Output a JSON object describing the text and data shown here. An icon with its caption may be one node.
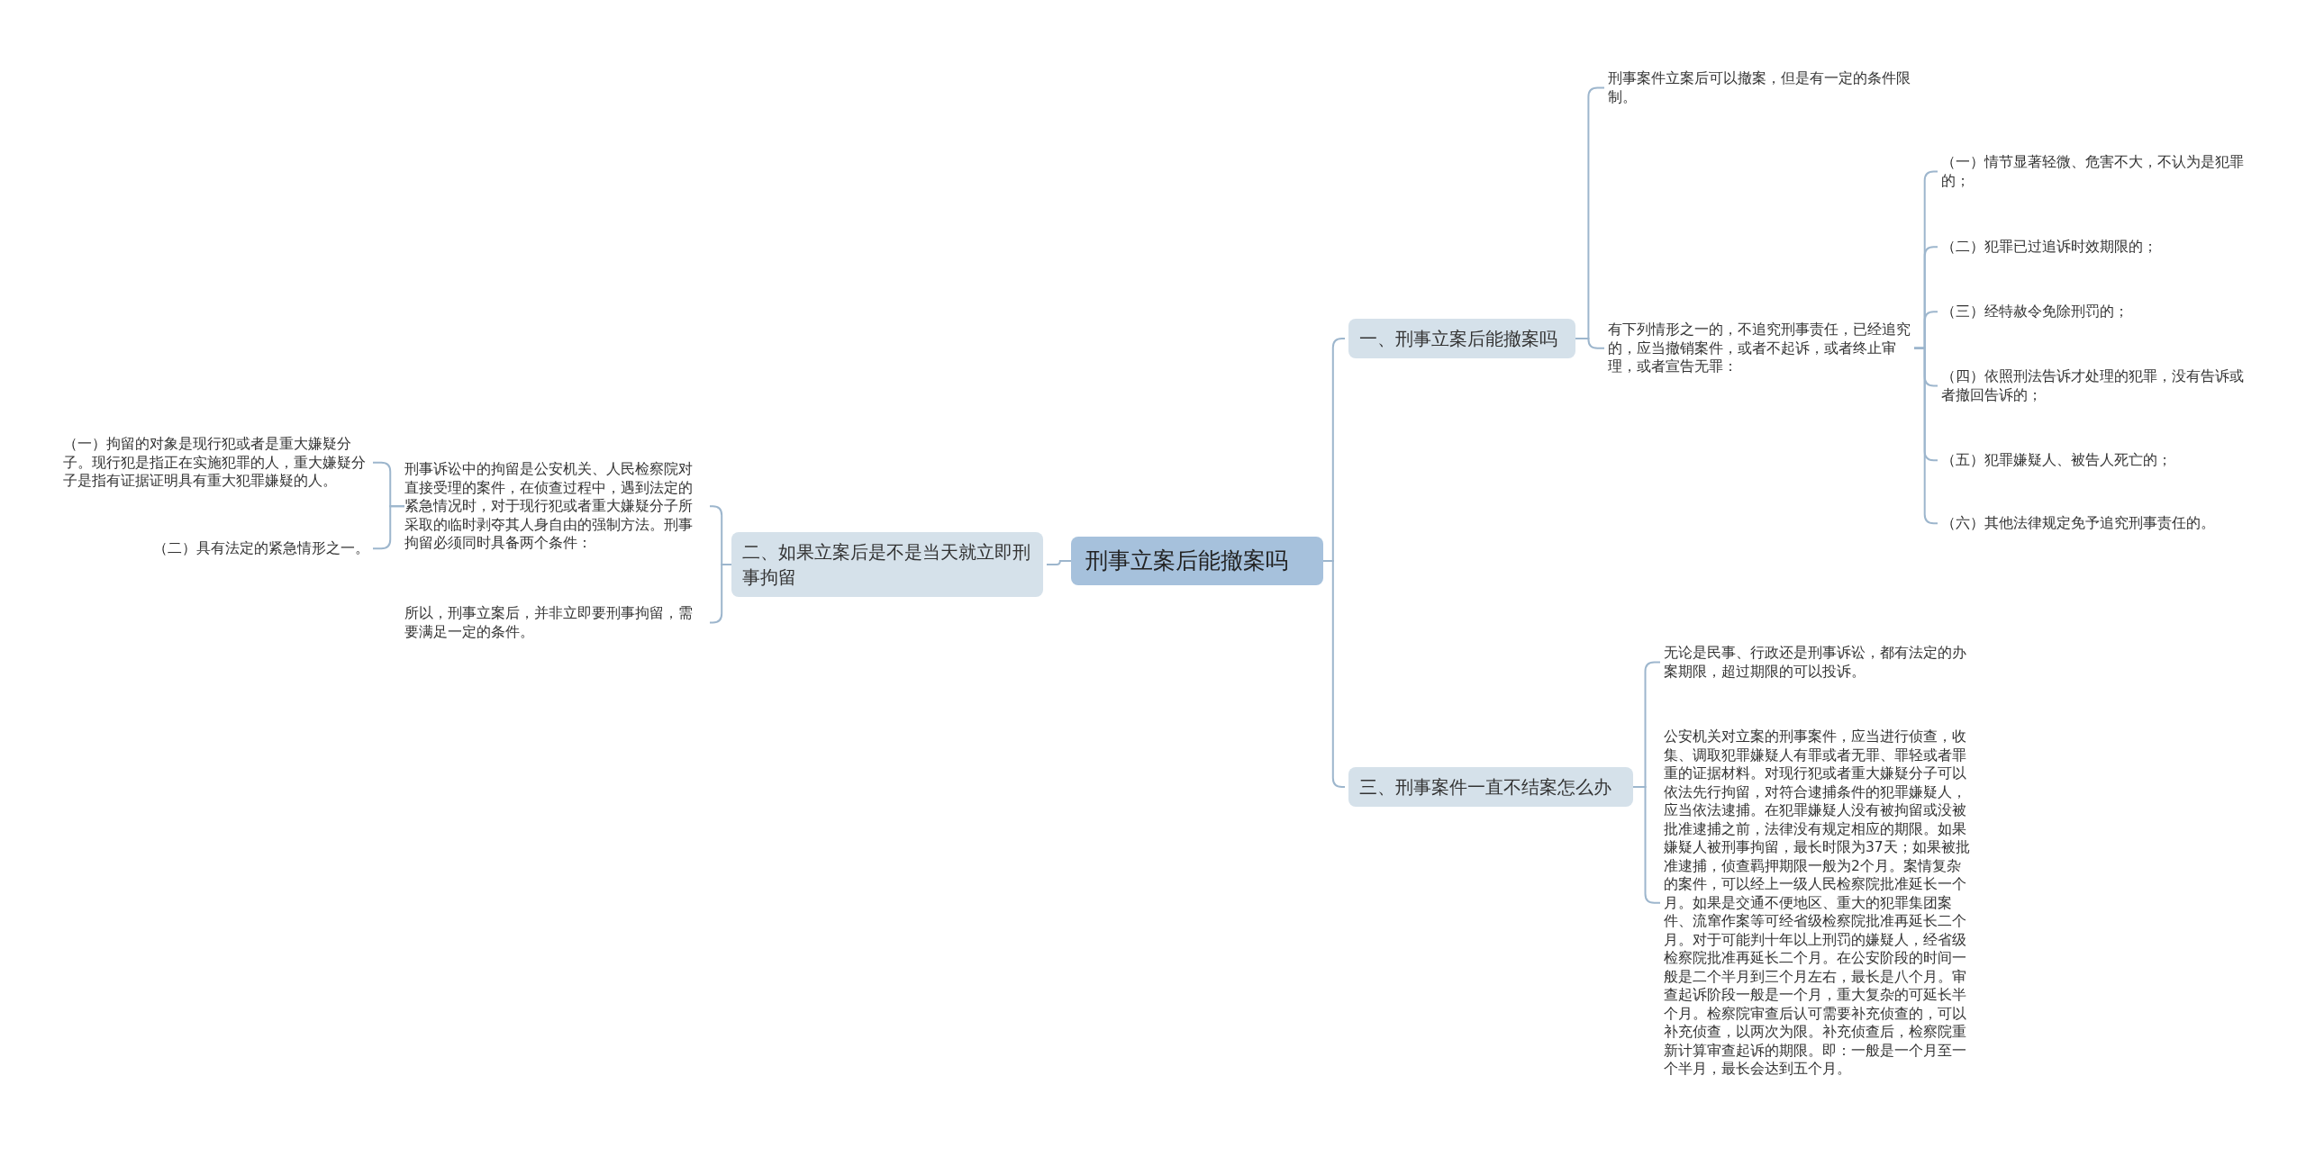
{
  "diagram": {
    "nodes": [
      {
        "text": [
          "刑事立案后能撤案吗"
        ]
      },
      {
        "text": [
          "一、刑事立案后能撤案吗"
        ]
      },
      {
        "text": [
          "刑事案件立案后可以撤案，但是有一定的条件限制。"
        ]
      },
      {
        "text": [
          "有下列情形之一的，不追究刑事责任，已经追究的，应当撤销案件，或者不起诉，或者终止审理，或者宣告无罪："
        ]
      },
      {
        "text": [
          "（一）情节显著轻微、危害不大，不认为是犯罪的；"
        ]
      },
      {
        "text": [
          "（二）犯罪已过追诉时效期限的；"
        ]
      },
      {
        "text": [
          "（三）经特赦令免除刑罚的；"
        ]
      },
      {
        "text": [
          "（四）依照刑法告诉才处理的犯罪，没有告诉或者撤回告诉的；"
        ]
      },
      {
        "text": [
          "（五）犯罪嫌疑人、被告人死亡的；"
        ]
      },
      {
        "text": [
          "（六）其他法律规定免予追究刑事责任的。"
        ]
      },
      {
        "text": [
          "二、如果立案后是不是当天就立即刑事拘留"
        ]
      },
      {
        "text": [
          "刑事诉讼中的拘留是公安机关、人民检察院对直接受理的案件，在侦查过程中，遇到法定的紧急情况时，对于现行犯或者重大嫌疑分子所采取的临时剥夺其人身自由的强制方法。刑事拘留必须同时具备两个条件："
        ]
      },
      {
        "text": [
          "（一）拘留的对象是现行犯或者是重大嫌疑分子。现行犯是指正在实施犯罪的人，重大嫌疑分子是指有证据证明具有重大犯罪嫌疑的人。"
        ]
      },
      {
        "text": [
          "（二）具有法定的紧急情形之一。"
        ]
      },
      {
        "text": [
          "所以，刑事立案后，并非立即要刑事拘留，需要满足一定的条件。"
        ]
      },
      {
        "text": [
          "三、刑事案件一直不结案怎么办"
        ]
      },
      {
        "text": [
          "无论是民事、行政还是刑事诉讼，都有法定的办案期限，超过期限的可以投诉。"
        ]
      },
      {
        "text": [
          "公安机关对立案的刑事案件，应当进行侦查，收集、调取犯罪嫌疑人有罪或者无罪、罪轻或者罪重的证据材料。对现行犯或者重大嫌疑分子可以依法先行拘留，对符合逮捕条件的犯罪嫌疑人，应当依法逮捕。在犯罪嫌疑人没有被拘留或没被批准逮捕之前，法律没有规定相应的期限。如果嫌疑人被刑事拘留，最长时限为37天；如果被批准逮捕，侦查羁押期限一般为2个月。案情复杂的案件，可以经上一级人民检察院批准延长一个月。如果是交通不便地区、重大的犯罪集团案件、流窜作案等可经省级检察院批准再延长二个月。对于可能判十年以上刑罚的嫌疑人，经省级检察院批准再延长二个月。在公安阶段的时间一般是二个半月到三个月左右，最长是八个月。审查起诉阶段一般是一个月，重大复杂的可延长半个月。检察院审查后认可需要补充侦查的，可以补充侦查，以两次为限。补充侦查后，检察院重新计算审查起诉的期限。即：一般是一个月至一个半月，最长会达到五个月。"
        ]
      }
    ],
    "edges": [
      {
        "from": 0,
        "to": 1,
        "arrow": "none"
      },
      {
        "from": 1,
        "to": 2,
        "arrow": "none"
      },
      {
        "from": 1,
        "to": 3,
        "arrow": "none"
      },
      {
        "from": 3,
        "to": 4,
        "arrow": "none"
      },
      {
        "from": 3,
        "to": 5,
        "arrow": "none"
      },
      {
        "from": 3,
        "to": 6,
        "arrow": "none"
      },
      {
        "from": 3,
        "to": 7,
        "arrow": "none"
      },
      {
        "from": 3,
        "to": 8,
        "arrow": "none"
      },
      {
        "from": 3,
        "to": 9,
        "arrow": "none"
      },
      {
        "from": 0,
        "to": 10,
        "arrow": "none"
      },
      {
        "from": 10,
        "to": 11,
        "arrow": "none"
      },
      {
        "from": 11,
        "to": 12,
        "arrow": "none"
      },
      {
        "from": 11,
        "to": 13,
        "arrow": "none"
      },
      {
        "from": 10,
        "to": 14,
        "arrow": "none"
      },
      {
        "from": 0,
        "to": 15,
        "arrow": "none"
      },
      {
        "from": 15,
        "to": 16,
        "arrow": "none"
      },
      {
        "from": 15,
        "to": 17,
        "arrow": "none"
      }
    ]
  }
}
